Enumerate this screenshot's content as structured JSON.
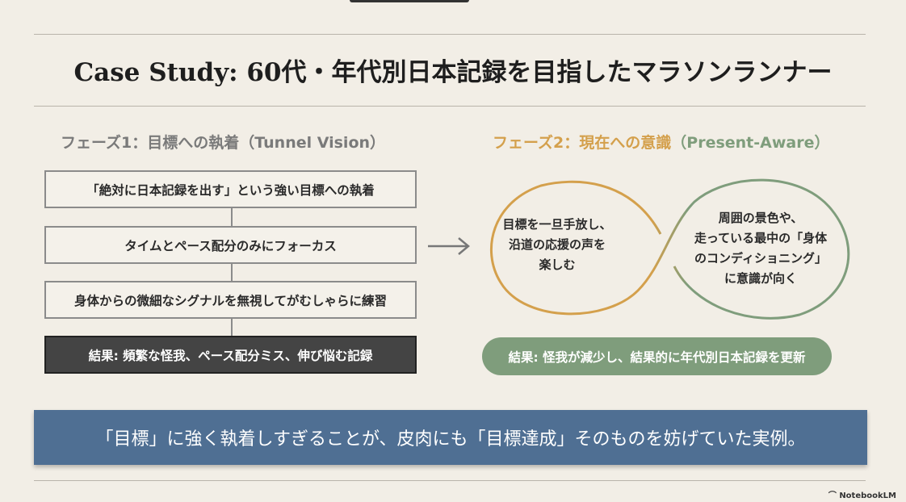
{
  "title": "Case Study: 60代・年代別日本記録を目指したマラソンランナー",
  "phase1": {
    "heading": "フェーズ1：目標への執着（Tunnel Vision）",
    "steps": [
      "「絶対に日本記録を出す」という強い目標への執着",
      "タイムとペース配分のみにフォーカス",
      "身体からの微細なシグナルを無視してがむしゃらに練習"
    ],
    "result": "結果: 頻繁な怪我、ペース配分ミス、伸び悩む記録"
  },
  "phase2": {
    "heading_main": "フェーズ2：現在への意識",
    "heading_sub": "（Present-Aware）",
    "left_lines": [
      "目標を一旦手放し、",
      "沿道の応援の声を",
      "楽しむ"
    ],
    "right_lines": [
      "周囲の景色や、",
      "走っている最中の「身体",
      "のコンディショニング」",
      "に意識が向く"
    ],
    "result": "結果: 怪我が減少し、結果的に年代別日本記録を更新"
  },
  "banner": "「目標」に強く執着しすぎることが、皮肉にも「目標達成」そのものを妨げていた実例。",
  "logo": "NotebookLM",
  "colors": {
    "orange": "#d4a04c",
    "green": "#7f9d7c",
    "banner": "#4f6f93"
  }
}
